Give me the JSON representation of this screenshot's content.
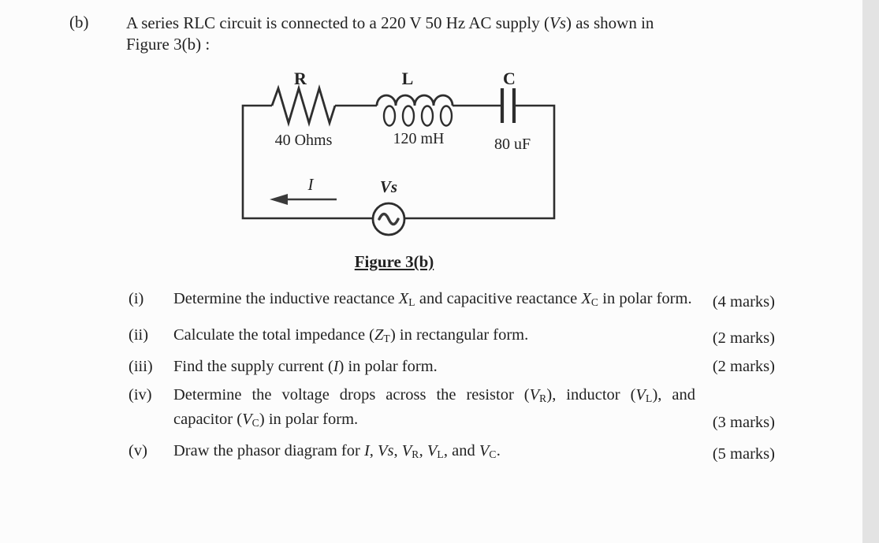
{
  "colors": {
    "page_bg": "#fcfcfc",
    "edge_strip": "#e3e3e3",
    "ink": "#222222",
    "wire": "#2e2e2e"
  },
  "header": {
    "part_label": "(b)",
    "segments": [
      {
        "text": "A series RLC circuit is connected to a 220 V 50 Hz AC supply ("
      },
      {
        "text": "Vs",
        "style": "italic"
      },
      {
        "text": ") as shown in Figure 3(b) :"
      }
    ]
  },
  "circuit": {
    "components": [
      {
        "type": "resistor",
        "symbol": "R",
        "value": "40 Ohms"
      },
      {
        "type": "inductor",
        "symbol": "L",
        "value": "120 mH"
      },
      {
        "type": "capacitor",
        "symbol": "C",
        "value": "80 uF"
      }
    ],
    "current_label": "I",
    "source_label": "Vs",
    "caption": "Figure 3(b)"
  },
  "questions": [
    {
      "num": "(i)",
      "marks": "(4 marks)",
      "segments": [
        {
          "text": "Determine the inductive reactance "
        },
        {
          "text": "X",
          "style": "italic"
        },
        {
          "text": "L",
          "style": "sub"
        },
        {
          "text": " and capacitive reactance "
        },
        {
          "text": "X",
          "style": "italic"
        },
        {
          "text": "C",
          "style": "sub"
        },
        {
          "text": " in polar form."
        }
      ]
    },
    {
      "num": "(ii)",
      "marks": "(2 marks)",
      "segments": [
        {
          "text": "Calculate the total impedance ("
        },
        {
          "text": "Z",
          "style": "italic"
        },
        {
          "text": "T",
          "style": "sub"
        },
        {
          "text": ") in rectangular form."
        }
      ]
    },
    {
      "num": "(iii)",
      "marks": "(2 marks)",
      "segments": [
        {
          "text": "Find the supply current ("
        },
        {
          "text": "I",
          "style": "italic"
        },
        {
          "text": ") in polar form."
        }
      ]
    },
    {
      "num": "(iv)",
      "marks": "(3 marks)",
      "segments": [
        {
          "text": "Determine the voltage drops across the resistor ("
        },
        {
          "text": "V",
          "style": "italic"
        },
        {
          "text": "R",
          "style": "sub"
        },
        {
          "text": "), inductor ("
        },
        {
          "text": "V",
          "style": "italic"
        },
        {
          "text": "L",
          "style": "sub"
        },
        {
          "text": "), and capacitor ("
        },
        {
          "text": "V",
          "style": "italic"
        },
        {
          "text": "C",
          "style": "sub"
        },
        {
          "text": ") in polar form."
        }
      ]
    },
    {
      "num": "(v)",
      "marks": "(5 marks)",
      "segments": [
        {
          "text": "Draw the phasor diagram for "
        },
        {
          "text": "I",
          "style": "italic"
        },
        {
          "text": ", "
        },
        {
          "text": "Vs",
          "style": "italic"
        },
        {
          "text": ", "
        },
        {
          "text": "V",
          "style": "italic"
        },
        {
          "text": "R",
          "style": "sub"
        },
        {
          "text": ", "
        },
        {
          "text": "V",
          "style": "italic"
        },
        {
          "text": "L",
          "style": "sub"
        },
        {
          "text": ", and "
        },
        {
          "text": "V",
          "style": "italic"
        },
        {
          "text": "C",
          "style": "sub"
        },
        {
          "text": "."
        }
      ]
    }
  ]
}
